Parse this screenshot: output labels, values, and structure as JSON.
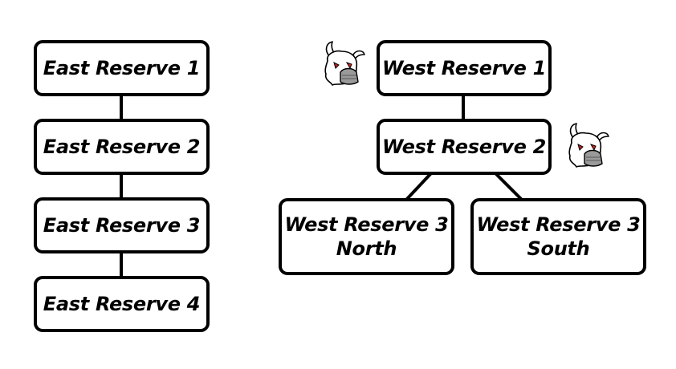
{
  "east_chain": {
    "nodes": [
      {
        "label": "East Reserve 1"
      },
      {
        "label": "East Reserve 2"
      },
      {
        "label": "East Reserve 3"
      },
      {
        "label": "East Reserve 4"
      }
    ]
  },
  "west_tree": {
    "root": {
      "label": "West Reserve 1"
    },
    "middle": {
      "label": "West Reserve 2"
    },
    "leaf_north": {
      "line1": "West Reserve 3",
      "line2": "North"
    },
    "leaf_south": {
      "line1": "West Reserve 3",
      "line2": "South"
    }
  },
  "icons": {
    "ghost_one": "ghost-icon",
    "ghost_two": "ghost-icon"
  },
  "colors": {
    "stroke": "#000000",
    "background": "#ffffff",
    "ghost_eye": "#d42020"
  }
}
